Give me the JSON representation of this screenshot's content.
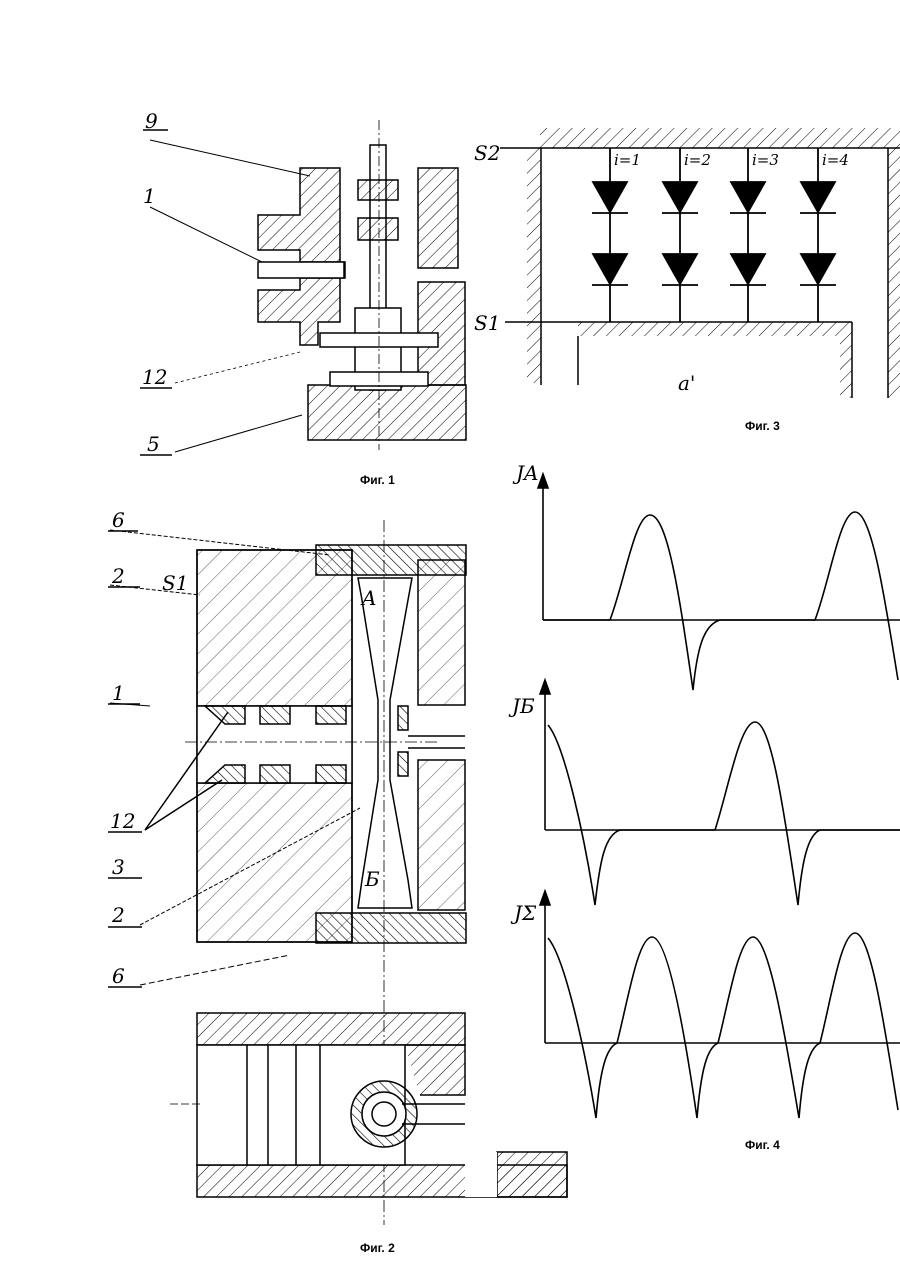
{
  "fig1": {
    "caption": "Фиг. 1",
    "labels": {
      "l9": "9",
      "l1": "1",
      "l12": "12",
      "l5": "5"
    }
  },
  "fig2": {
    "caption": "Фиг. 2",
    "labels": {
      "l6a": "6",
      "l2a": "2",
      "s1": "S1",
      "A": "A",
      "l1": "1",
      "l12": "12",
      "l3": "3",
      "l2b": "2",
      "B": "Б",
      "l6b": "6"
    }
  },
  "fig3": {
    "caption": "Фиг. 3",
    "s2": "S2",
    "s1": "S1",
    "a1": "a'",
    "columns": [
      "i=1",
      "i=2",
      "i=3",
      "i=4"
    ]
  },
  "fig4": {
    "caption": "Фиг. 4",
    "plots": [
      {
        "label": "JA"
      },
      {
        "label": "JБ"
      },
      {
        "label": "JΣ"
      }
    ]
  },
  "colors": {
    "ink": "#000000",
    "paper": "#ffffff"
  }
}
